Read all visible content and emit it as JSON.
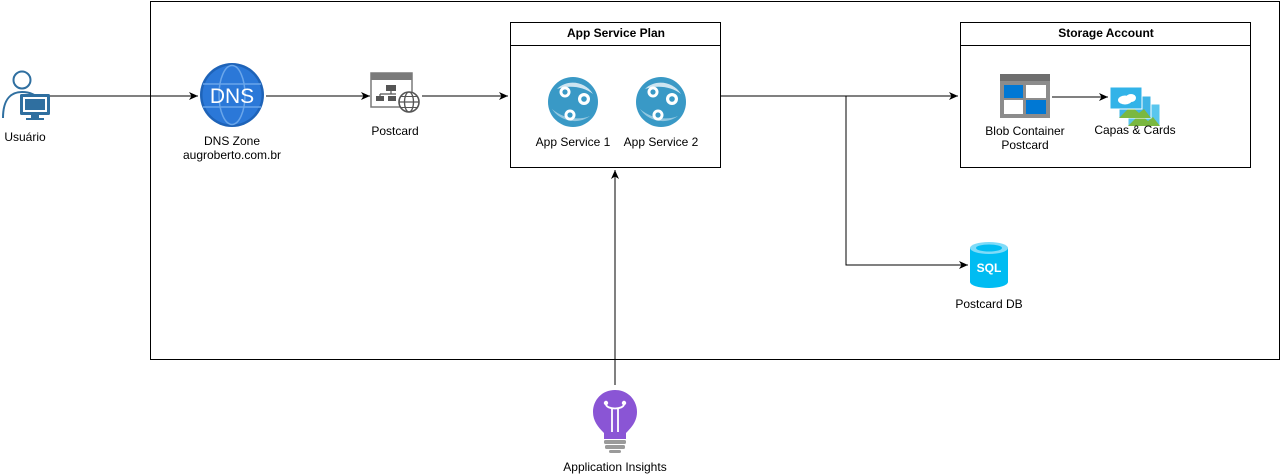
{
  "nodes": {
    "user": {
      "label": "Usuário"
    },
    "dns": {
      "label_line1": "DNS Zone",
      "label_line2": "augroberto.com.br",
      "icon_text": "DNS"
    },
    "postcard": {
      "label": "Postcard"
    },
    "app_service_plan": {
      "title": "App Service Plan"
    },
    "app_service_1": {
      "label": "App Service 1"
    },
    "app_service_2": {
      "label": "App Service 2"
    },
    "storage_account": {
      "title": "Storage Account"
    },
    "blob": {
      "label_line1": "Blob Container",
      "label_line2": "Postcard"
    },
    "capas": {
      "label": "Capas & Cards"
    },
    "sql": {
      "label": "Postcard DB",
      "icon_text": "SQL"
    },
    "insights": {
      "label": "Application Insights"
    }
  },
  "colors": {
    "line": "#000000",
    "dns_blue": "#2b78d8",
    "app_blue": "#3999c6",
    "sql_blue": "#00bcf2",
    "insights_purple": "#8a55d5",
    "user_blue": "#2f6fa0",
    "storage_gray": "#8c8c8c"
  }
}
